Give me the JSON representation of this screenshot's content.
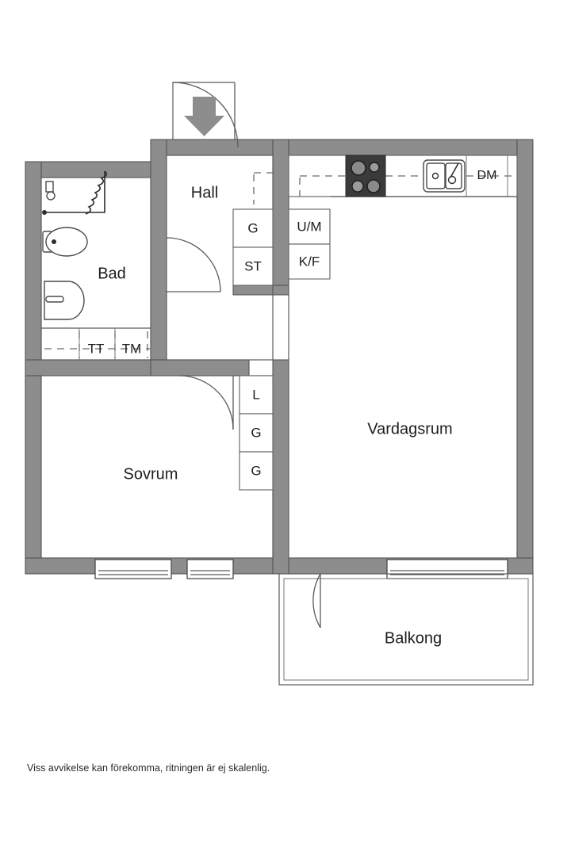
{
  "document": {
    "type": "floor-plan",
    "caption": "Viss avvikelse kan förekomma, ritningen är ej skalenlig.",
    "background_color": "#ffffff",
    "wall_color": "#8d8d8d",
    "line_color": "#4a4a4a",
    "text_color": "#1d1d1d"
  },
  "rooms": [
    {
      "id": "hall",
      "label": "Hall"
    },
    {
      "id": "bad",
      "label": "Bad"
    },
    {
      "id": "sovrum",
      "label": "Sovrum"
    },
    {
      "id": "vardagsrum",
      "label": "Vardagsrum"
    },
    {
      "id": "balkong",
      "label": "Balkong"
    }
  ],
  "storage_units": {
    "hall": [
      {
        "id": "hall-g",
        "label": "G"
      },
      {
        "id": "hall-st",
        "label": "ST"
      }
    ],
    "kitchen": [
      {
        "id": "kitchen-um",
        "label": "U/M"
      },
      {
        "id": "kitchen-kf",
        "label": "K/F"
      }
    ],
    "bedroom": [
      {
        "id": "sovrum-l",
        "label": "L"
      },
      {
        "id": "sovrum-g1",
        "label": "G"
      },
      {
        "id": "sovrum-g2",
        "label": "G"
      }
    ]
  },
  "appliances": [
    {
      "id": "laundry-tt",
      "label": "TT"
    },
    {
      "id": "laundry-tm",
      "label": "TM"
    },
    {
      "id": "dishwasher-dm",
      "label": "DM"
    }
  ],
  "fixtures": [
    {
      "id": "stove",
      "name": "stove-icon"
    },
    {
      "id": "sink",
      "name": "kitchen-sink-icon"
    },
    {
      "id": "toilet",
      "name": "toilet-icon"
    },
    {
      "id": "washbasin",
      "name": "washbasin-icon"
    },
    {
      "id": "shower",
      "name": "shower-icon"
    },
    {
      "id": "entry-arrow",
      "name": "entrance-arrow-icon"
    }
  ],
  "openings": [
    {
      "id": "entry-door",
      "name": "entrance-door"
    },
    {
      "id": "bath-door",
      "name": "bathroom-door"
    },
    {
      "id": "bedroom-door",
      "name": "bedroom-door"
    },
    {
      "id": "balcony-door",
      "name": "balcony-door"
    },
    {
      "id": "bedroom-window-left",
      "name": "bedroom-window"
    },
    {
      "id": "bedroom-window-right",
      "name": "bedroom-window"
    },
    {
      "id": "living-balcony-window",
      "name": "living-room-window"
    }
  ]
}
